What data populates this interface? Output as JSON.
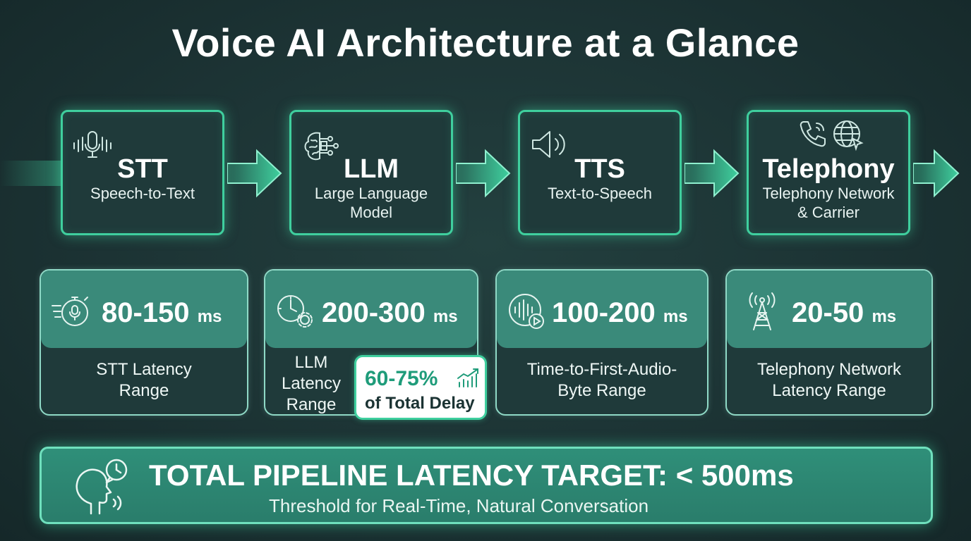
{
  "title": "Voice AI Architecture at a Glance",
  "colors": {
    "background": "#1c3334",
    "accent": "#3fcf9e",
    "card_band": "#3a8a7a",
    "callout_text": "#1f9c7a"
  },
  "stages": [
    {
      "abbr": "STT",
      "desc": "Speech-to-Text",
      "icon": "microphone-waveform-icon"
    },
    {
      "abbr": "LLM",
      "desc_line1": "Large Language",
      "desc_line2": "Model",
      "icon": "brain-circuit-icon"
    },
    {
      "abbr": "TTS",
      "desc": "Text-to-Speech",
      "icon": "speaker-icon"
    },
    {
      "abbr": "Telephony",
      "desc_line1": "Telephony Network",
      "desc_line2": "& Carrier",
      "icons": [
        "phone-icon",
        "globe-icon"
      ]
    }
  ],
  "latency": [
    {
      "range": "80-150",
      "unit": "ms",
      "label_line1": "STT Latency",
      "label_line2": "Range",
      "icon": "stopwatch-mic-icon"
    },
    {
      "range": "200-300",
      "unit": "ms",
      "label_line1": "LLM",
      "label_line2": "Latency",
      "label_line3": "Range",
      "icon": "clock-gear-icon",
      "callout": {
        "percent": "60-75%",
        "text": "of Total Delay",
        "icon": "bar-chart-trend-icon"
      }
    },
    {
      "range": "100-200",
      "unit": "ms",
      "label_line1": "Time-to-First-Audio-",
      "label_line2": "Byte Range",
      "icon": "audio-play-icon"
    },
    {
      "range": "20-50",
      "unit": "ms",
      "label_line1": "Telephony Network",
      "label_line2": "Latency Range",
      "icon": "cell-tower-icon"
    }
  ],
  "footer": {
    "headline": "TOTAL PIPELINE LATENCY TARGET: < 500ms",
    "subline": "Threshold for Real-Time, Natural Conversation",
    "icon": "head-speaking-clock-icon"
  }
}
